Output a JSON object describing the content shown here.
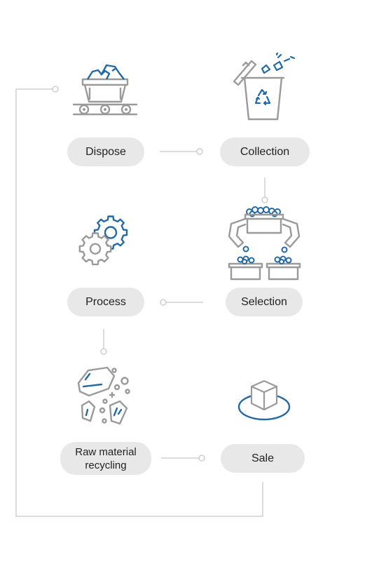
{
  "colors": {
    "line": "#c8c8c8",
    "icon_gray": "#9a9a9a",
    "accent_blue": "#2369a3",
    "pill_bg": "#e8e8e8"
  },
  "steps": [
    {
      "id": "dispose",
      "label": "Dispose",
      "icon": "mine-cart-icon"
    },
    {
      "id": "collection",
      "label": "Collection",
      "icon": "recycle-bin-icon"
    },
    {
      "id": "selection",
      "label": "Selection",
      "icon": "sorting-claw-icon"
    },
    {
      "id": "process",
      "label": "Process",
      "icon": "gears-icon"
    },
    {
      "id": "raw",
      "label": "Raw material\nrecycling",
      "icon": "raw-material-rocks-icon"
    },
    {
      "id": "sale",
      "label": "Sale",
      "icon": "cube-icon"
    }
  ]
}
